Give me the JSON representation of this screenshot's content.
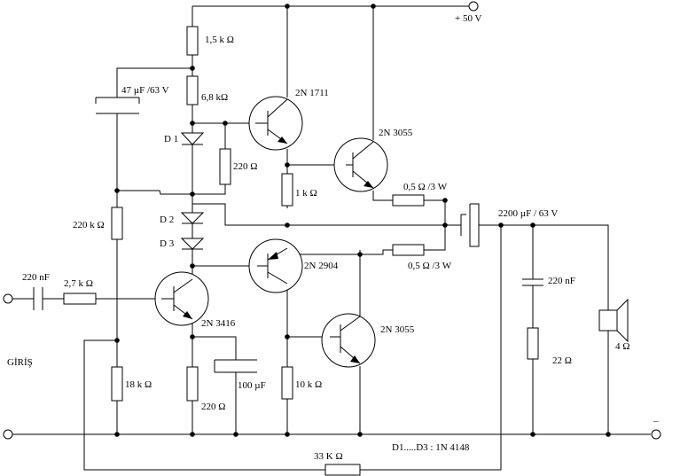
{
  "labels": {
    "vplus": "+ 50 V",
    "r_top": "1,5 k Ω",
    "cap_boot": "47 µF /63 V",
    "r_68k": "6,8 kΩ",
    "q_2n1711": "2N 1711",
    "d1": "D 1",
    "r_220_bias": "220 Ω",
    "q_2n3055_top": "2N 3055",
    "r_1k": "1 k Ω",
    "r_emit_top": "0,5 Ω /3 W",
    "cap_out": "2200 µF / 63 V",
    "r_220k": "220 k Ω",
    "d2": "D 2",
    "d3": "D 3",
    "r_emit_bot": "0,5 Ω /3 W",
    "q_2n2904": "2N 2904",
    "c_in": "220 nF",
    "r_in": "2,7 k Ω",
    "c_zobel": "220 nF",
    "q_2n3416": "2N 3416",
    "q_2n3055_bot": "2N 3055",
    "speaker": "4 Ω",
    "input": "GİRİŞ",
    "r_18k": "18 k Ω",
    "r_220_emit": "220 Ω",
    "cap_100u": "100 µF",
    "r_10k": "10 k Ω",
    "r_zobel": "22 Ω",
    "minus": "–",
    "diode_note": "D1.....D3 : 1N 4148",
    "r_fb": "33 K Ω"
  }
}
